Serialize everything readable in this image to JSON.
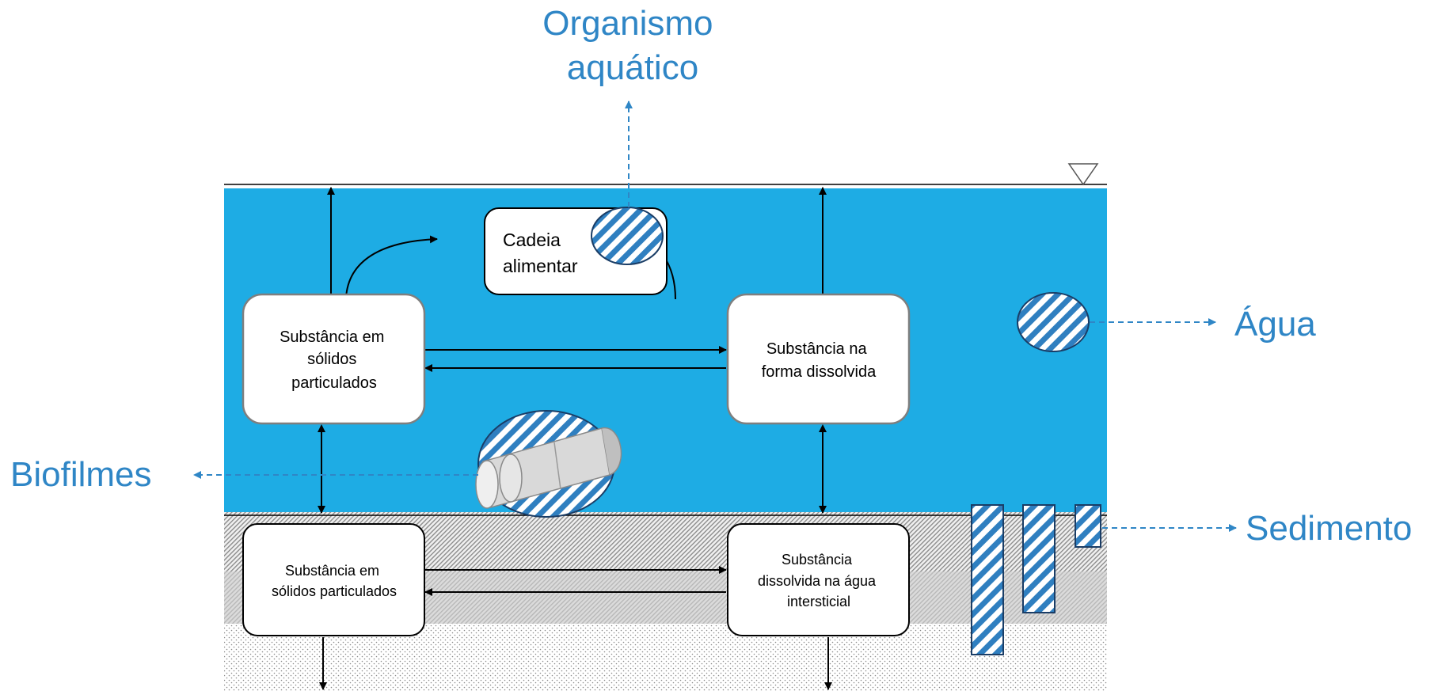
{
  "labels": {
    "organism_line1": "Organismo",
    "organism_line2": "aquático",
    "water": "Água",
    "biofilms": "Biofilmes",
    "sediment": "Sedimento"
  },
  "boxes": {
    "food_chain": [
      "Cadeia",
      "alimentar"
    ],
    "water_particulate": [
      "Substância em",
      "sólidos",
      "particulados"
    ],
    "water_dissolved": [
      "Substância na",
      "forma dissolvida"
    ],
    "sed_particulate": [
      "Substância em",
      "sólidos particulados"
    ],
    "sed_dissolved": [
      "Substância",
      "dissolvida na água",
      "intersticial"
    ]
  },
  "colors": {
    "water": "#1eace4",
    "label_blue": "#2f86c6",
    "hatch_blue": "#2f7fc0",
    "box_border": "#7f7f7f"
  }
}
